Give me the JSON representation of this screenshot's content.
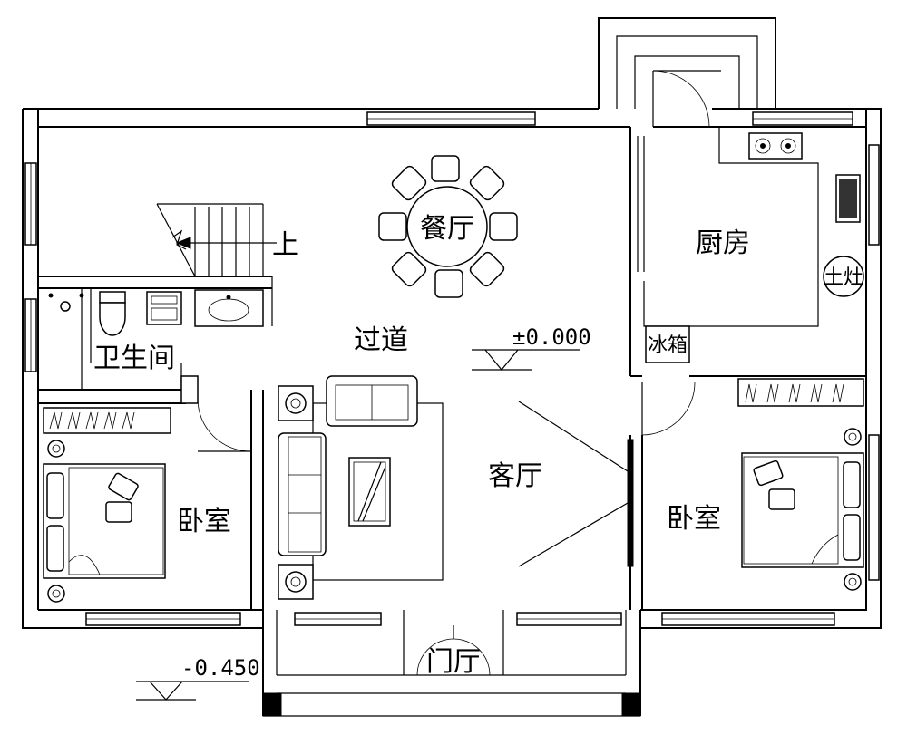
{
  "rooms": {
    "dining": "餐厅",
    "kitchen": "厨房",
    "stove": "土灶",
    "fridge": "冰箱",
    "up": "上",
    "bathroom": "卫生间",
    "corridor": "过道",
    "living": "客厅",
    "bedroom_left": "卧室",
    "bedroom_right": "卧室",
    "foyer": "门厅"
  },
  "levels": {
    "floor": "±0.000",
    "outdoor": "-0.450"
  }
}
